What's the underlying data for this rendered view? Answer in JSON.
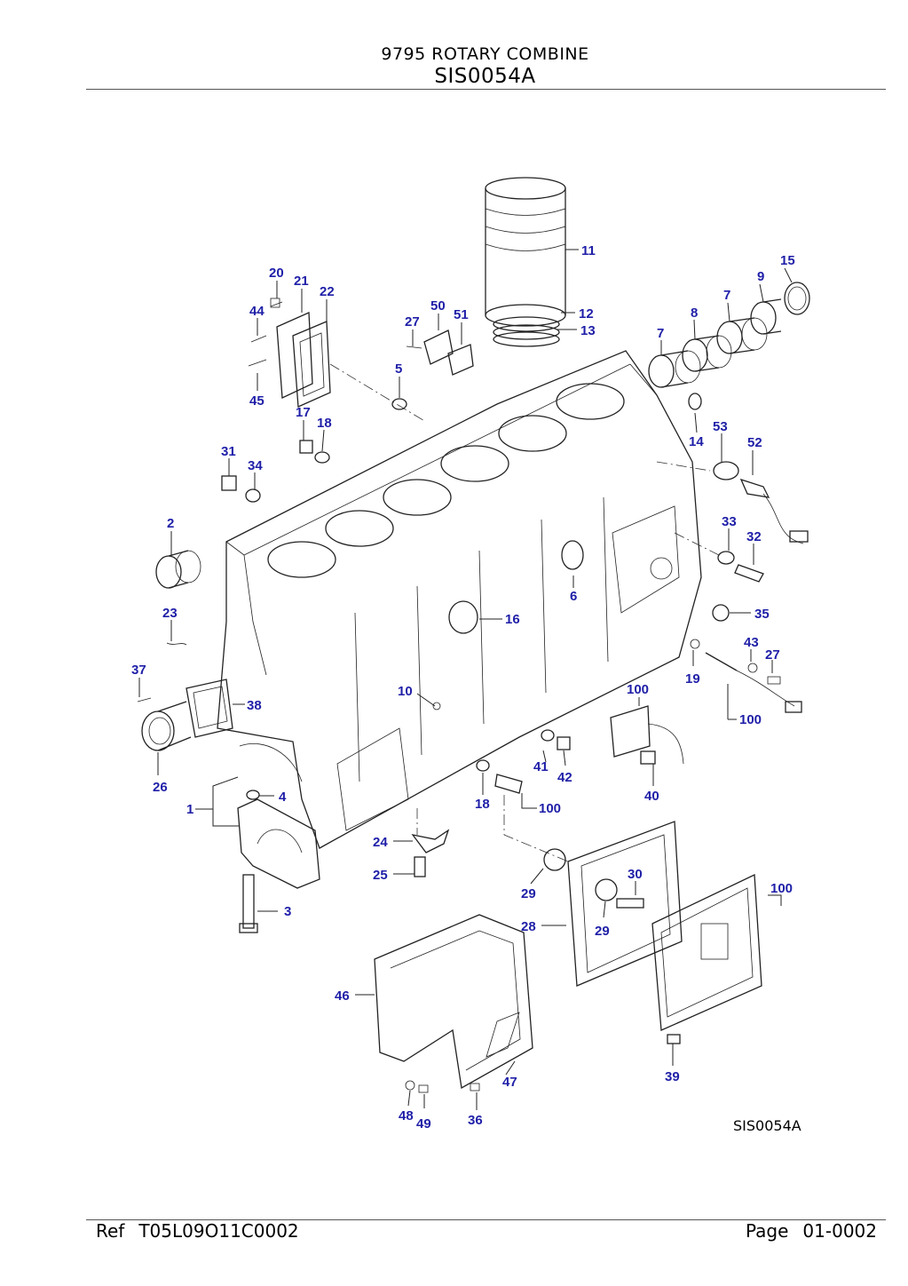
{
  "header": {
    "title": "9795 ROTARY COMBINE",
    "code": "SIS0054A"
  },
  "figure_id": "SIS0054A",
  "callouts": [
    {
      "id": "c11",
      "text": "11"
    },
    {
      "id": "c12",
      "text": "12"
    },
    {
      "id": "c13",
      "text": "13"
    },
    {
      "id": "c15",
      "text": "15"
    },
    {
      "id": "c9",
      "text": "9"
    },
    {
      "id": "c7a",
      "text": "7"
    },
    {
      "id": "c8",
      "text": "8"
    },
    {
      "id": "c7b",
      "text": "7"
    },
    {
      "id": "c20",
      "text": "20"
    },
    {
      "id": "c21",
      "text": "21"
    },
    {
      "id": "c22",
      "text": "22"
    },
    {
      "id": "c44",
      "text": "44"
    },
    {
      "id": "c45",
      "text": "45"
    },
    {
      "id": "c50",
      "text": "50"
    },
    {
      "id": "c51",
      "text": "51"
    },
    {
      "id": "c27a",
      "text": "27"
    },
    {
      "id": "c5",
      "text": "5"
    },
    {
      "id": "c17",
      "text": "17"
    },
    {
      "id": "c18a",
      "text": "18"
    },
    {
      "id": "c14",
      "text": "14"
    },
    {
      "id": "c53",
      "text": "53"
    },
    {
      "id": "c52",
      "text": "52"
    },
    {
      "id": "c31",
      "text": "31"
    },
    {
      "id": "c34",
      "text": "34"
    },
    {
      "id": "c2",
      "text": "2"
    },
    {
      "id": "c33",
      "text": "33"
    },
    {
      "id": "c32",
      "text": "32"
    },
    {
      "id": "c6",
      "text": "6"
    },
    {
      "id": "c35",
      "text": "35"
    },
    {
      "id": "c16",
      "text": "16"
    },
    {
      "id": "c23",
      "text": "23"
    },
    {
      "id": "c43",
      "text": "43"
    },
    {
      "id": "c27b",
      "text": "27"
    },
    {
      "id": "c19",
      "text": "19"
    },
    {
      "id": "c37",
      "text": "37"
    },
    {
      "id": "c38",
      "text": "38"
    },
    {
      "id": "c10",
      "text": "10"
    },
    {
      "id": "c100a",
      "text": "100"
    },
    {
      "id": "c100b",
      "text": "100"
    },
    {
      "id": "c41",
      "text": "41"
    },
    {
      "id": "c42",
      "text": "42"
    },
    {
      "id": "c26",
      "text": "26"
    },
    {
      "id": "c4",
      "text": "4"
    },
    {
      "id": "c1",
      "text": "1"
    },
    {
      "id": "c18b",
      "text": "18"
    },
    {
      "id": "c100c",
      "text": "100"
    },
    {
      "id": "c40",
      "text": "40"
    },
    {
      "id": "c24",
      "text": "24"
    },
    {
      "id": "c25",
      "text": "25"
    },
    {
      "id": "c29a",
      "text": "29"
    },
    {
      "id": "c30",
      "text": "30"
    },
    {
      "id": "c100d",
      "text": "100"
    },
    {
      "id": "c3",
      "text": "3"
    },
    {
      "id": "c28",
      "text": "28"
    },
    {
      "id": "c29b",
      "text": "29"
    },
    {
      "id": "c46",
      "text": "46"
    },
    {
      "id": "c47",
      "text": "47"
    },
    {
      "id": "c39",
      "text": "39"
    },
    {
      "id": "c48",
      "text": "48"
    },
    {
      "id": "c49",
      "text": "49"
    },
    {
      "id": "c36",
      "text": "36"
    }
  ],
  "footer": {
    "ref_label": "Ref",
    "ref_value": "T05L09O11C0002",
    "page_label": "Page",
    "page_value": "01-0002"
  }
}
